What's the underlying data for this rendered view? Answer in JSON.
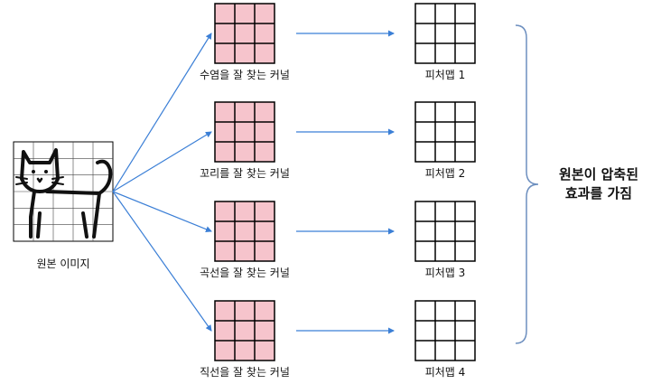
{
  "colors": {
    "kernel_fill": "#f6c4cc",
    "grid_line": "#000000",
    "arrow": "#3b7fd6",
    "brace": "#6d8fbf"
  },
  "source_image": {
    "icon": "cat-icon",
    "label": "원본 이미지"
  },
  "rows": [
    {
      "kernel_label": "수염을 잘 찾는 커널",
      "feature_label": "피처맵 1"
    },
    {
      "kernel_label": "꼬리를 잘 찾는 커널",
      "feature_label": "피처맵 2"
    },
    {
      "kernel_label": "곡선을 잘 찾는 커널",
      "feature_label": "피처맵 3"
    },
    {
      "kernel_label": "직선을 잘 찾는 커널",
      "feature_label": "피처맵 4"
    }
  ],
  "summary": {
    "line1": "원본이 압축된",
    "line2": "효과를 가짐"
  }
}
